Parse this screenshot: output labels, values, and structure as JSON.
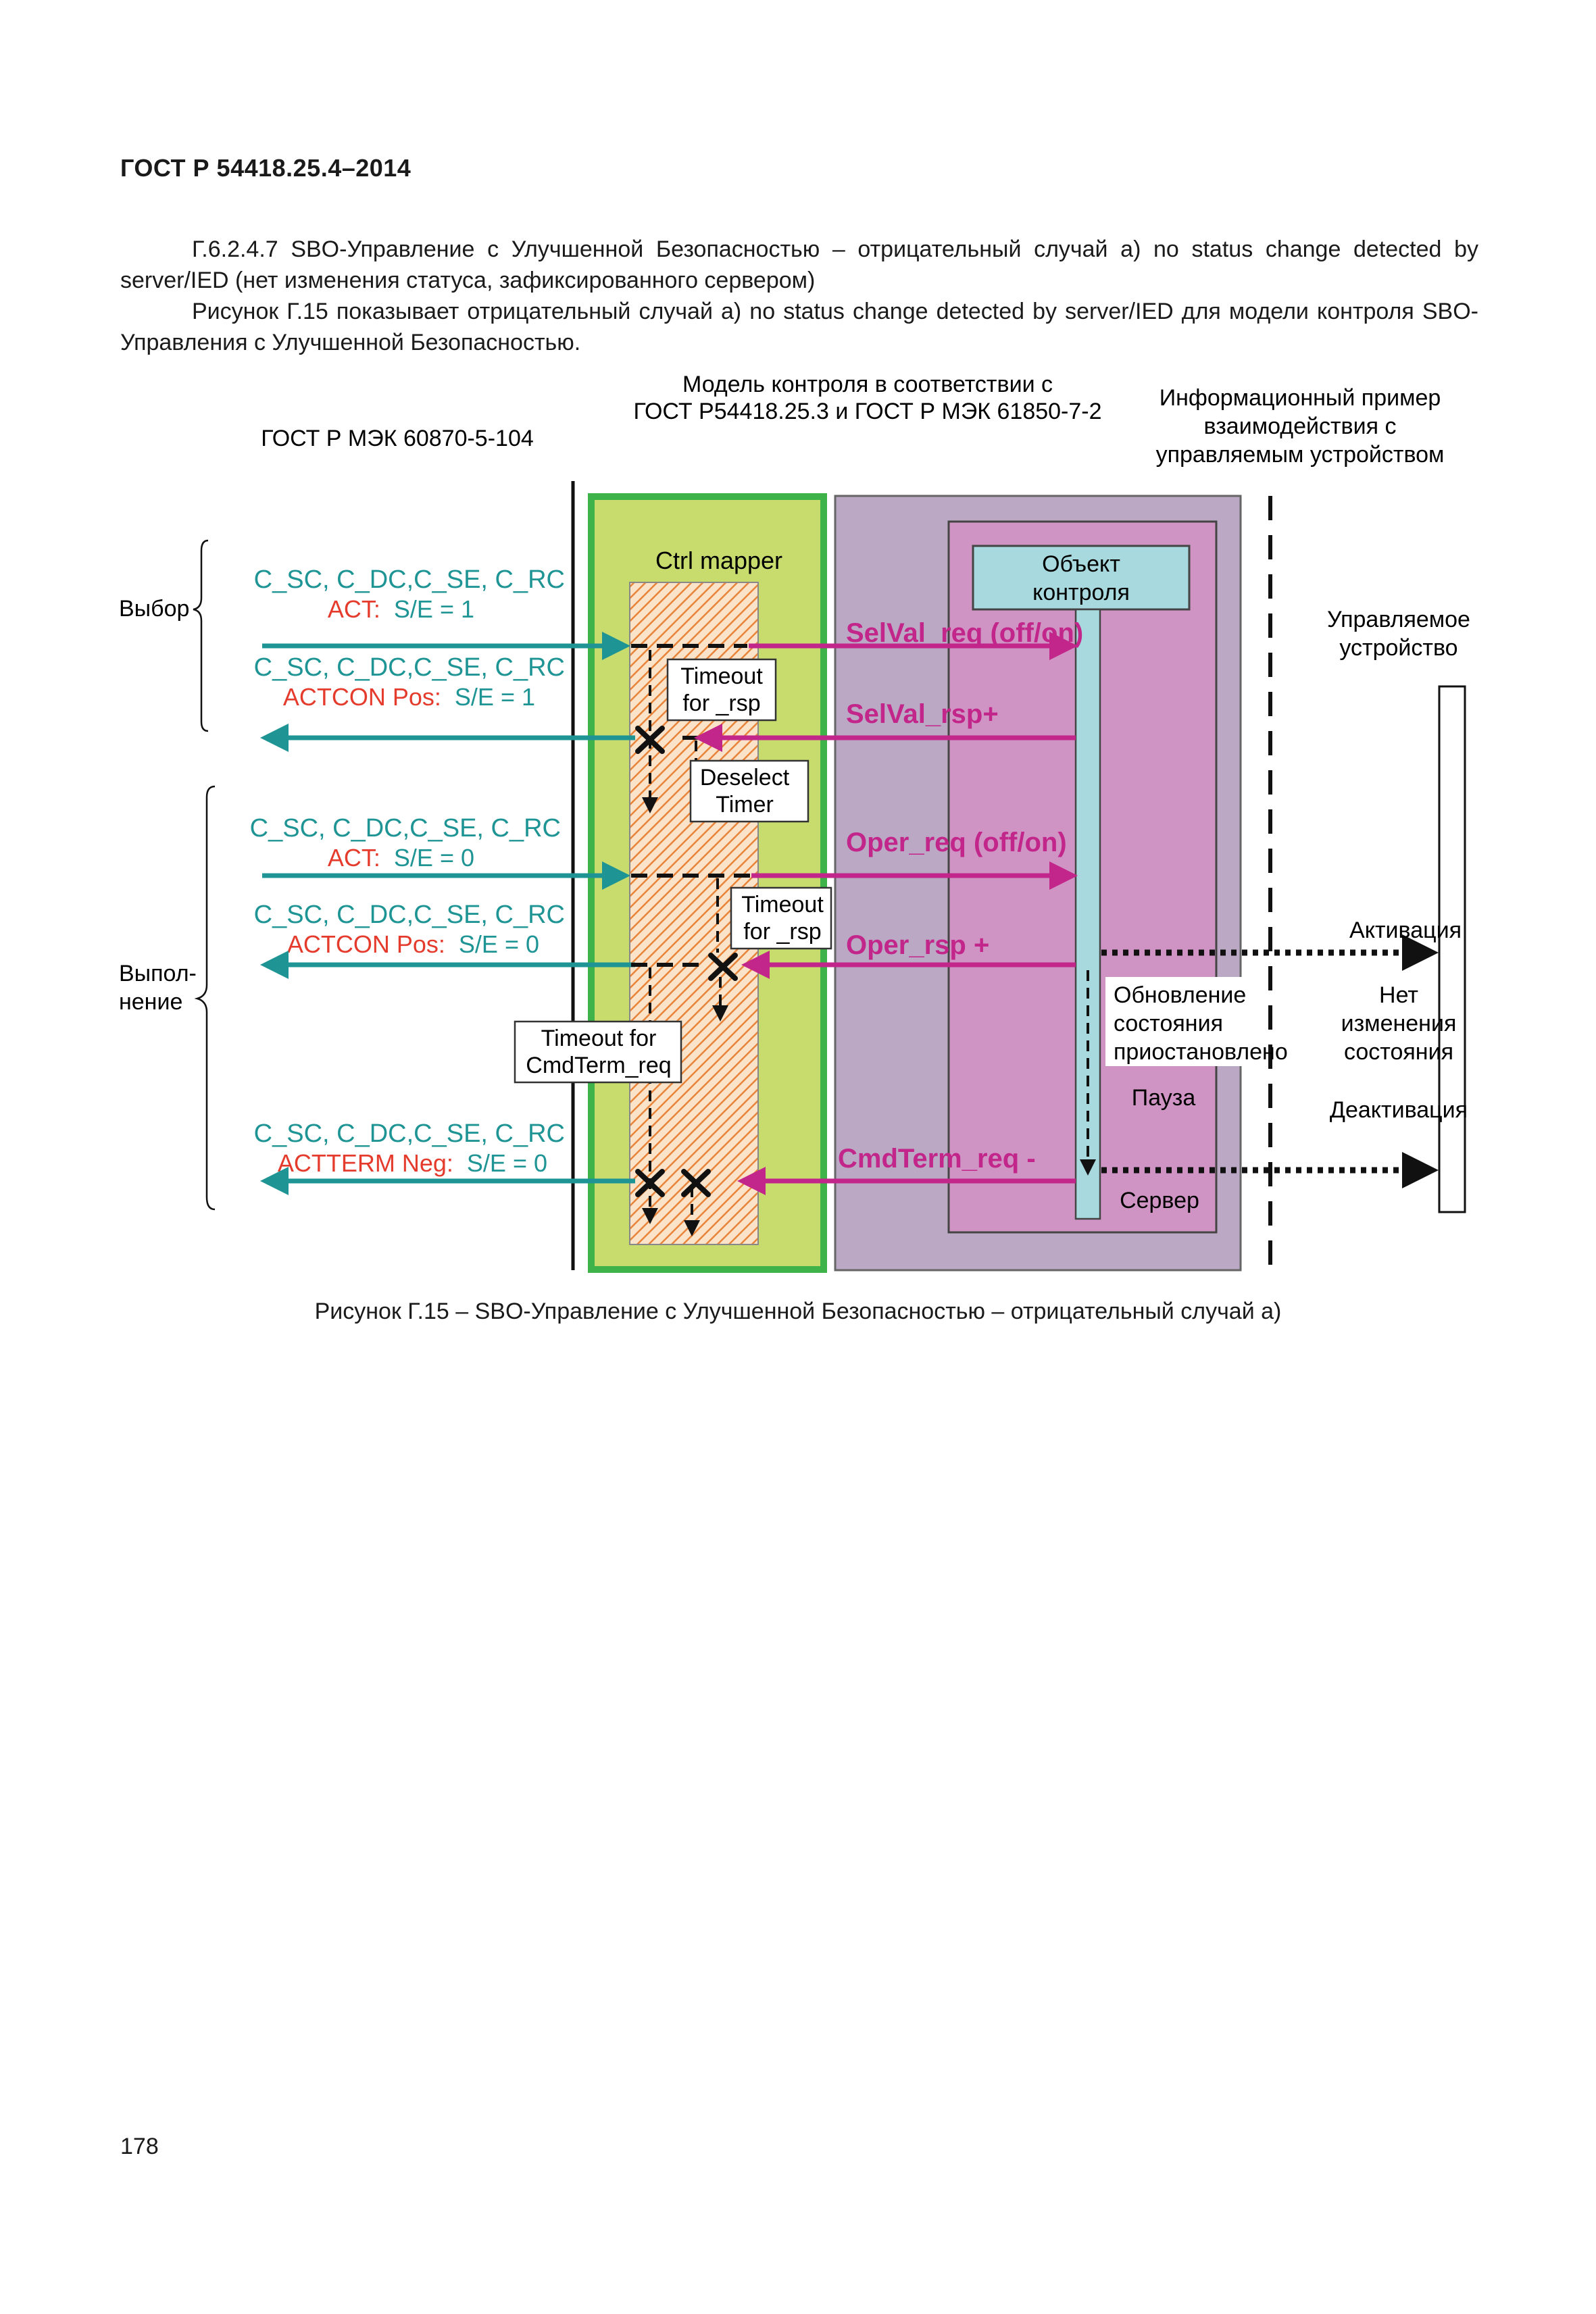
{
  "header": {
    "standard_id": "ГОСТ Р 54418.25.4–2014"
  },
  "paragraphs": {
    "p1": "Г.6.2.4.7 SBO-Управление с Улучшенной Безопасностью – отрицательный случай а) no status change detected by server/IED (нет изменения статуса, зафиксированного сервером)",
    "p2": "Рисунок Г.15 показывает отрицательный случай а) no status change detected by server/IED для модели контроля SBO-Управления с Улучшенной Безопасностью."
  },
  "figure": {
    "titles": {
      "left": "ГОСТ Р МЭК 60870-5-104",
      "center_line1": "Модель контроля в соответствии с",
      "center_line2": "ГОСТ Р54418.25.3 и ГОСТ Р МЭК 61850-7-2",
      "right_line1": "Информационный пример",
      "right_line2": "взаимодействия с",
      "right_line3": "управляемым устройством"
    },
    "phases": {
      "select": "Выбор",
      "execute_line1": "Выпол-",
      "execute_line2": "нение"
    },
    "msgs": {
      "m1_type": "C_SC, C_DC,C_SE, C_RC",
      "m1_cot": "ACT:",
      "m1_se": "S/E = 1",
      "m2_type": "C_SC, C_DC,C_SE, C_RC",
      "m2_cot": "ACTCON Pos:",
      "m2_se": "S/E = 1",
      "m3_type": "C_SC, C_DC,C_SE, C_RC",
      "m3_cot": "ACT:",
      "m3_se": "S/E = 0",
      "m4_type": "C_SC, C_DC,C_SE, C_RC",
      "m4_cot": "ACTCON Pos:",
      "m4_se": "S/E = 0",
      "m5_type": "C_SC, C_DC,C_SE, C_RC",
      "m5_cot": "ACTTERM Neg:",
      "m5_se": "S/E = 0"
    },
    "mapper": {
      "title": "Ctrl mapper",
      "timeout1_line1": "Timeout",
      "timeout1_line2": "for _rsp",
      "deselect_line1": "Deselect",
      "deselect_line2": "Timer",
      "timeout2_line1": "Timeout",
      "timeout2_line2": "for _rsp",
      "timeout3_line1": "Timeout for",
      "timeout3_line2": "CmdTerm_req"
    },
    "server": {
      "object_line1": "Объект",
      "object_line2": "контроля",
      "selval_req": "SelVal_req (off/on)",
      "selval_rsp": "SelVal_rsp+",
      "oper_req": "Oper_req (off/on)",
      "oper_rsp": "Oper_rsp +",
      "cmdterm_req": "CmdTerm_req -",
      "status_line1": "Обновление",
      "status_line2": "состояния",
      "status_line3": "приостановлено",
      "pause": "Пауза",
      "server_label": "Сервер"
    },
    "device": {
      "label_line1": "Управляемое",
      "label_line2": "устройство",
      "activation": "Активация",
      "no_change_line1": "Нет",
      "no_change_line2": "изменения",
      "no_change_line3": "состояния",
      "deactivation": "Деактивация"
    },
    "colors": {
      "teal": "#1f9494",
      "magenta": "#c2268a",
      "red": "#e53b2c",
      "green_border": "#3db34a",
      "green_fill": "#c8dc6e",
      "mapper_hatch": "#e8843a",
      "server_outer": "#bba8c4",
      "server_inner": "#cf94c4",
      "object_fill": "#a8d9df"
    }
  },
  "caption": "Рисунок Г.15 – SBO-Управление с Улучшенной Безопасностью – отрицательный случай а)",
  "page_number": "178"
}
